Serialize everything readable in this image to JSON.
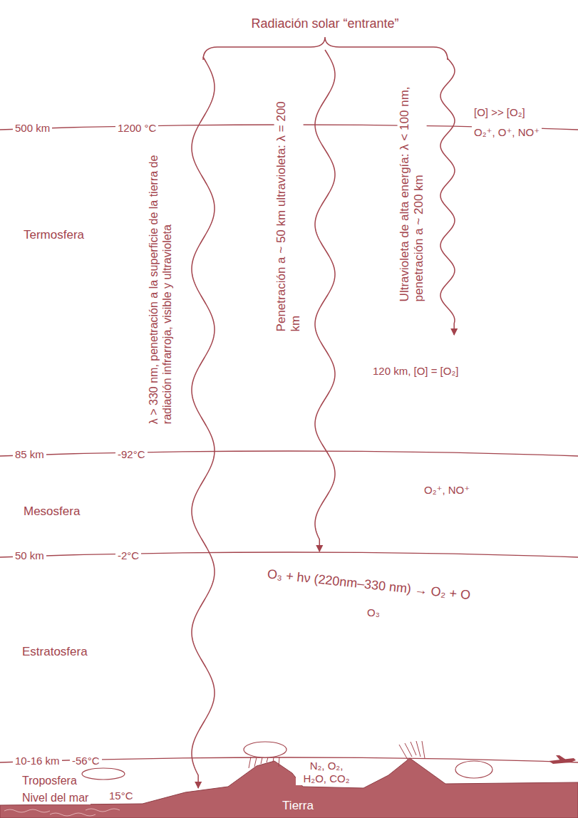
{
  "diagram": {
    "nodes": [
      {
        "text": [
          "Tierra"
        ]
      }
    ],
    "labels": [
      "Radiación solar “entrante”",
      "500 km",
      "1200 °C",
      "Termosfera",
      "λ > 330 nm, penetración a la superficie de la tierra de radiación infrarroja, visible y ultravioleta",
      "Penetración a ~ 50 km ultravioleta: λ = 200 km",
      "Ultravioleta de alta energía: λ < 100 nm, penetración a ~ 200 km",
      "[O] >> [O₂]",
      "O₂⁺, O⁺, NO⁺",
      "120 km, [O] = [O₂]",
      "85 km",
      "-92°C",
      "Mesosfera",
      "O₂⁺, NO⁺",
      "50 km",
      "-2°C",
      "O₃ + hν (220nm–330 nm) → O₂ + O",
      "Estratosfera",
      "O₃",
      "10-16 km",
      "-56°C",
      "Troposfera",
      "N₂, O₂, H₂O, CO₂",
      "Nivel del mar",
      "15°C"
    ]
  }
}
